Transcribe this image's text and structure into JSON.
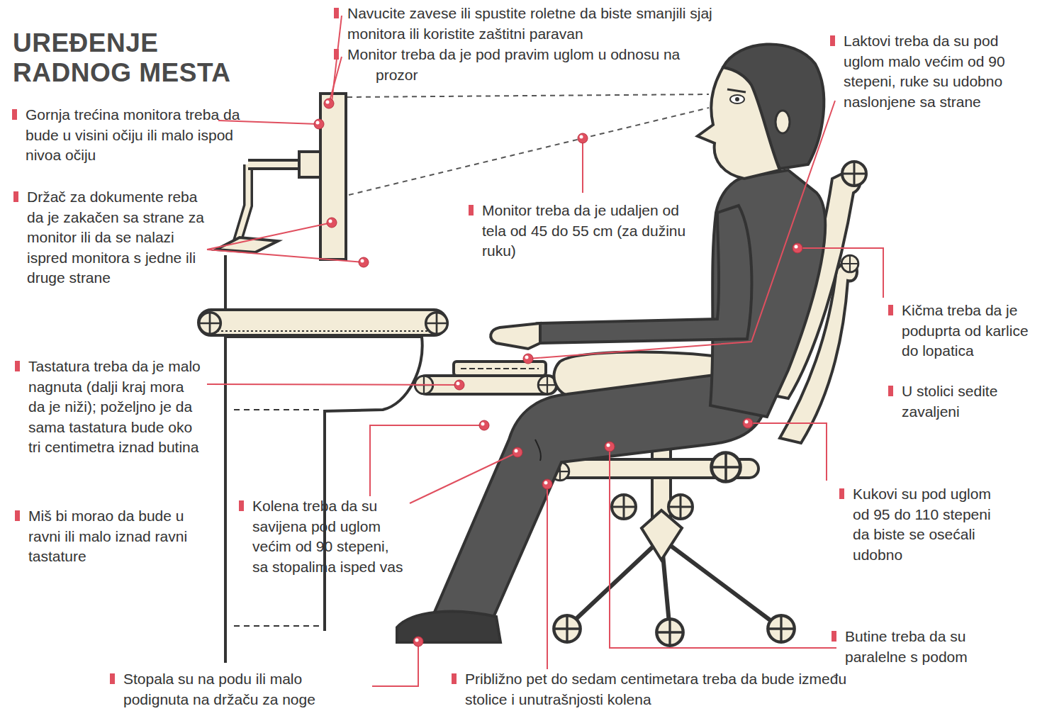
{
  "diagram": {
    "title": "UREĐENJE RADNOG MESTA",
    "labels": [
      "Navucite zavese ili spustite roletne da biste smanjili sjaj monitora ili koristite zaštitni paravan",
      "Monitor treba da je pod pravim uglom u odnosu na prozor",
      "Laktovi treba da su pod uglom malo većim od 90 stepeni, ruke su udobno naslonjene sa strane",
      "Gornja trećina monitora treba da bude u visini očiju ili malo ispod nivoa očiju",
      "Držač za dokumente reba da je zakačen sa strane za monitor ili da se nalazi ispred monitora s jedne ili druge strane",
      "Monitor treba da je udaljen od tela od 45 do 55 cm (za dužinu ruku)",
      "Kičma treba da je poduprta od karlice do lopatica",
      "U stolici sedite zavaljeni",
      "Tastatura treba da je malo nagnuta (dalji kraj mora da je niži); poželjno je da sama tastatura bude oko tri centimetra iznad butina",
      "Miš bi morao da bude u ravni ili malo iznad ravni tastature",
      "Kolena treba da su savijena pod uglom većim od 90 stepeni, sa stopalima isped vas",
      "Kukovi su pod uglom od 95 do 110 stepeni da biste se osećali udobno",
      "Butine treba da su paralelne s podom",
      "Stopala su na podu ili malo podignuta na držaču za noge",
      "Približno pet do sedam centimetara treba da bude između stolice i unutrašnjosti kolena"
    ]
  }
}
